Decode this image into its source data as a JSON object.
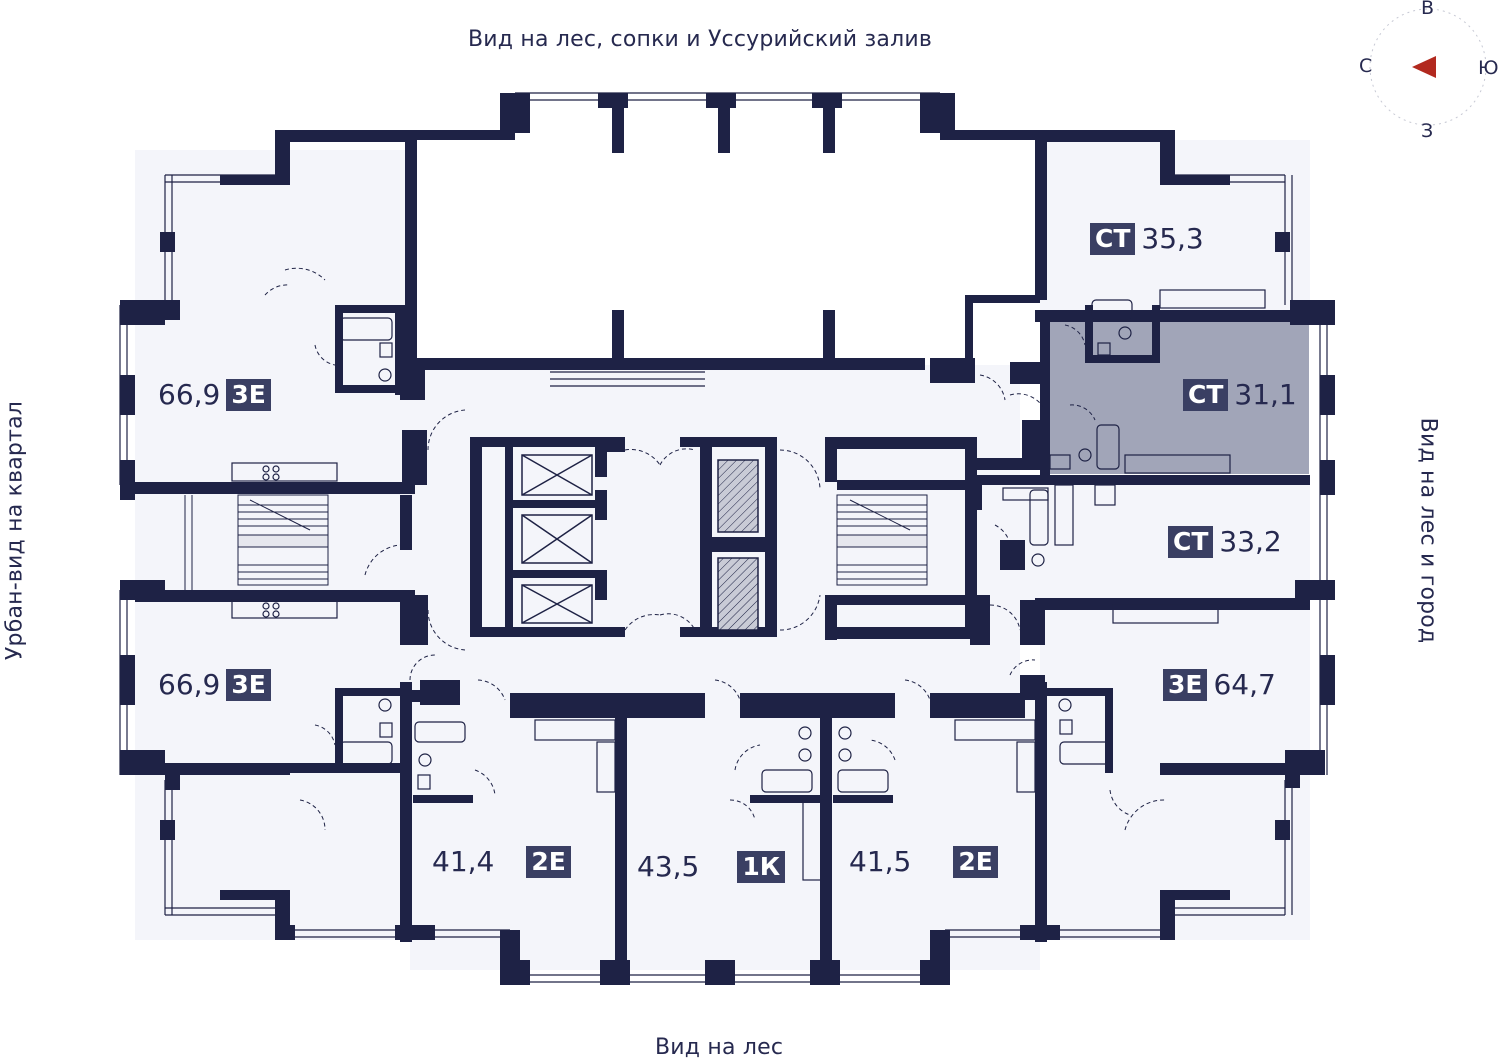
{
  "views": {
    "top": "Вид на лес, сопки и Уссурийский залив",
    "bottom": "Вид на лес",
    "left": "Урбан-вид на квартал",
    "right": "Вид на лес и город"
  },
  "compass": {
    "north": "С",
    "south": "Ю",
    "east": "В",
    "west": "З",
    "arrow_color": "#b2291f"
  },
  "apartments": [
    {
      "id": "ct-35-3",
      "code": "СТ",
      "area": "35,3",
      "highlighted": false
    },
    {
      "id": "ct-31-1",
      "code": "СТ",
      "area": "31,1",
      "highlighted": true
    },
    {
      "id": "ct-33-2",
      "code": "СТ",
      "area": "33,2",
      "highlighted": false
    },
    {
      "id": "3e-64-7",
      "code": "3Е",
      "area": "64,7",
      "highlighted": false
    },
    {
      "id": "3e-66-9-top",
      "code": "3Е",
      "area": "66,9",
      "highlighted": false
    },
    {
      "id": "3e-66-9-bottom",
      "code": "3Е",
      "area": "66,9",
      "highlighted": false
    },
    {
      "id": "2e-41-4",
      "code": "2Е",
      "area": "41,4",
      "highlighted": false
    },
    {
      "id": "1k-43-5",
      "code": "1К",
      "area": "43,5",
      "highlighted": false
    },
    {
      "id": "2e-41-5",
      "code": "2Е",
      "area": "41,5",
      "highlighted": false
    }
  ],
  "colors": {
    "wall": "#1e2245",
    "floor": "#f4f5fa",
    "highlight": "#a1a5b8",
    "label_bg": "#3a3f63",
    "text": "#26294f"
  }
}
